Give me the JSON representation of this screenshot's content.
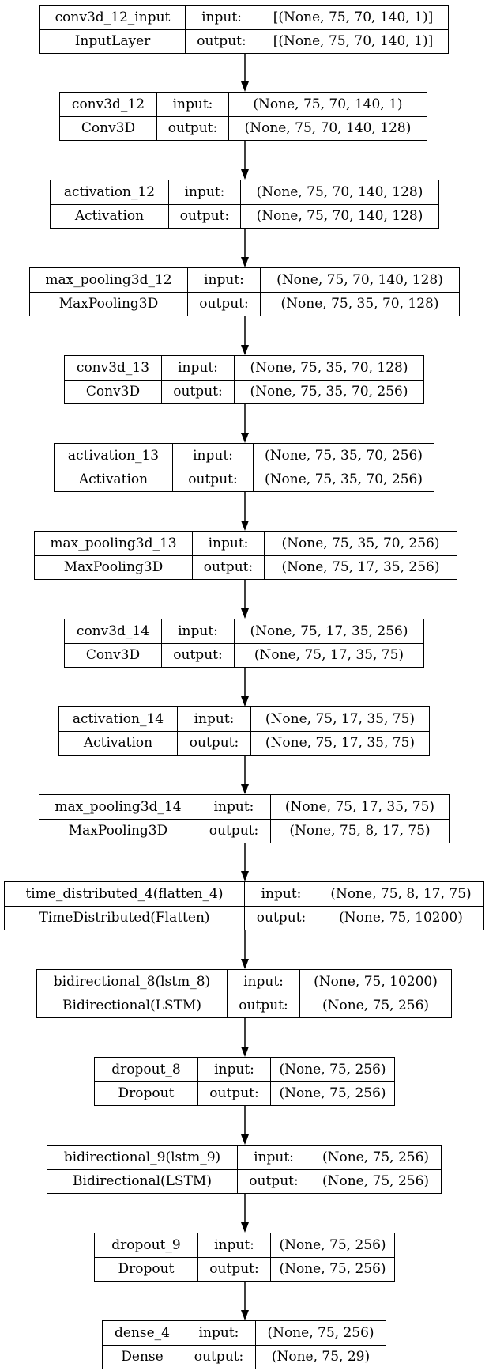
{
  "labels": {
    "input": "input:",
    "output": "output:"
  },
  "layers": [
    {
      "name": "conv3d_12_input",
      "type": "InputLayer",
      "input": "[(None, 75, 70, 140, 1)]",
      "output": "[(None, 75, 70, 140, 1)]"
    },
    {
      "name": "conv3d_12",
      "type": "Conv3D",
      "input": "(None, 75, 70, 140, 1)",
      "output": "(None, 75, 70, 140, 128)"
    },
    {
      "name": "activation_12",
      "type": "Activation",
      "input": "(None, 75, 70, 140, 128)",
      "output": "(None, 75, 70, 140, 128)"
    },
    {
      "name": "max_pooling3d_12",
      "type": "MaxPooling3D",
      "input": "(None, 75, 70, 140, 128)",
      "output": "(None, 75, 35, 70, 128)"
    },
    {
      "name": "conv3d_13",
      "type": "Conv3D",
      "input": "(None, 75, 35, 70, 128)",
      "output": "(None, 75, 35, 70, 256)"
    },
    {
      "name": "activation_13",
      "type": "Activation",
      "input": "(None, 75, 35, 70, 256)",
      "output": "(None, 75, 35, 70, 256)"
    },
    {
      "name": "max_pooling3d_13",
      "type": "MaxPooling3D",
      "input": "(None, 75, 35, 70, 256)",
      "output": "(None, 75, 17, 35, 256)"
    },
    {
      "name": "conv3d_14",
      "type": "Conv3D",
      "input": "(None, 75, 17, 35, 256)",
      "output": "(None, 75, 17, 35, 75)"
    },
    {
      "name": "activation_14",
      "type": "Activation",
      "input": "(None, 75, 17, 35, 75)",
      "output": "(None, 75, 17, 35, 75)"
    },
    {
      "name": "max_pooling3d_14",
      "type": "MaxPooling3D",
      "input": "(None, 75, 17, 35, 75)",
      "output": "(None, 75, 8, 17, 75)"
    },
    {
      "name": "time_distributed_4(flatten_4)",
      "type": "TimeDistributed(Flatten)",
      "input": "(None, 75, 8, 17, 75)",
      "output": "(None, 75, 10200)"
    },
    {
      "name": "bidirectional_8(lstm_8)",
      "type": "Bidirectional(LSTM)",
      "input": "(None, 75, 10200)",
      "output": "(None, 75, 256)"
    },
    {
      "name": "dropout_8",
      "type": "Dropout",
      "input": "(None, 75, 256)",
      "output": "(None, 75, 256)"
    },
    {
      "name": "bidirectional_9(lstm_9)",
      "type": "Bidirectional(LSTM)",
      "input": "(None, 75, 256)",
      "output": "(None, 75, 256)"
    },
    {
      "name": "dropout_9",
      "type": "Dropout",
      "input": "(None, 75, 256)",
      "output": "(None, 75, 256)"
    },
    {
      "name": "dense_4",
      "type": "Dense",
      "input": "(None, 75, 256)",
      "output": "(None, 75, 29)"
    }
  ]
}
